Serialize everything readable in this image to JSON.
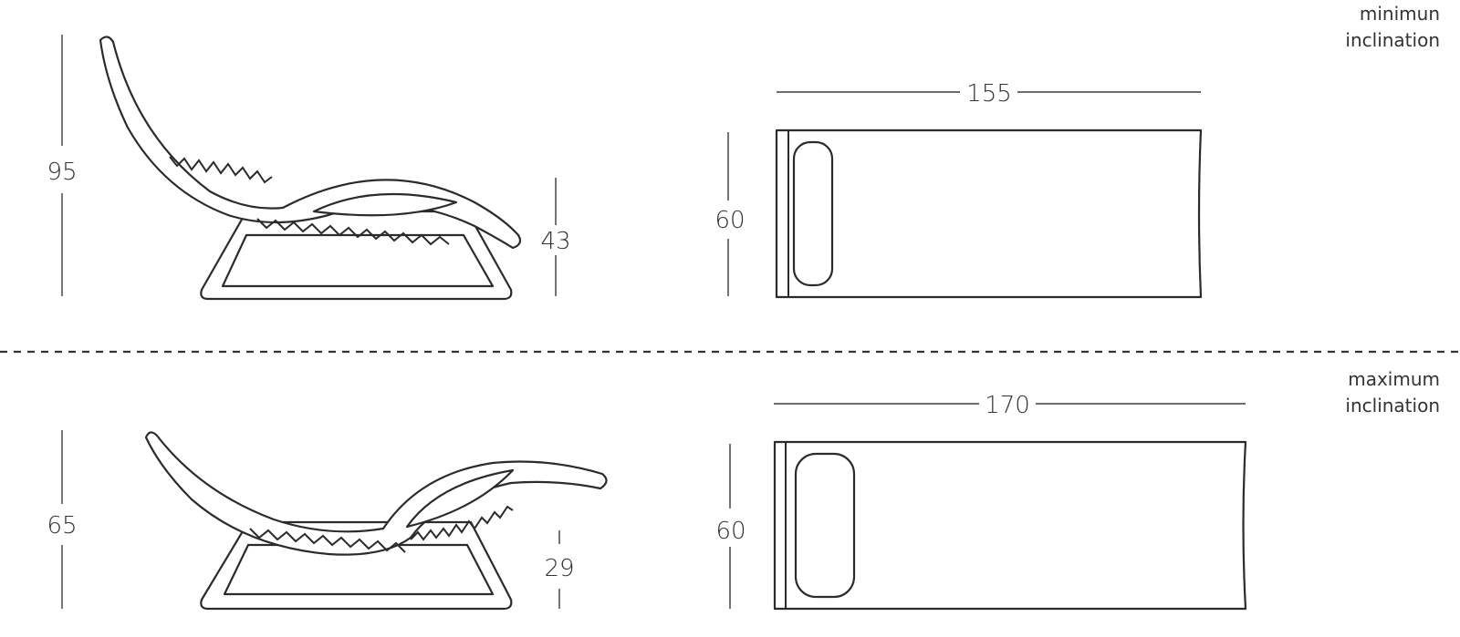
{
  "top": {
    "note_line1": "minimun",
    "note_line2": "inclination",
    "side_height": "95",
    "seat_height": "43",
    "length": "155",
    "width": "60"
  },
  "bottom": {
    "note_line1": "maximum",
    "note_line2": "inclination",
    "side_height": "65",
    "seat_height": "29",
    "length": "170",
    "width": "60"
  },
  "colors": {
    "stroke": "#2b2b2b",
    "background": "#ffffff"
  }
}
